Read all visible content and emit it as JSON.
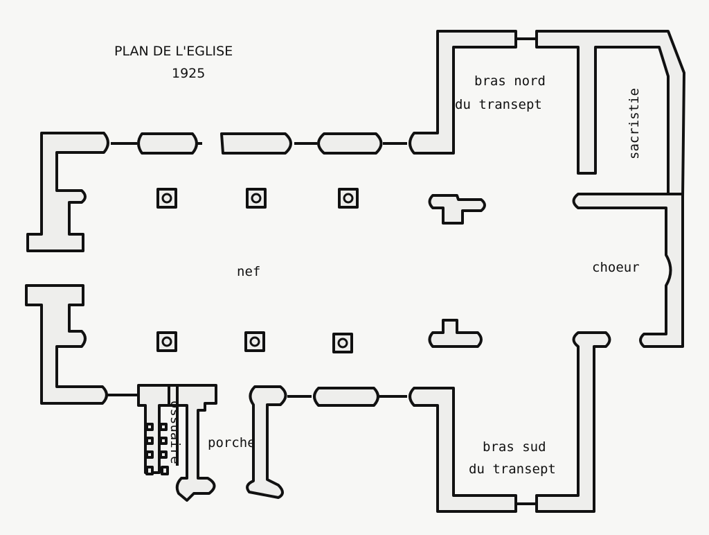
{
  "title": "PLAN DE L'EGLISE",
  "year": "1925",
  "labels": {
    "bras_nord_1": "bras nord",
    "bras_nord_2": "du transept",
    "sacristie": "sacristie",
    "nef": "nef",
    "choeur": "choeur",
    "porche": "porche",
    "ossuaire": "ossuaire",
    "bras_sud_1": "bras sud",
    "bras_sud_2": "du transept"
  },
  "colors": {
    "wall_fill": "#eeeeec",
    "wall_stroke": "#111111",
    "background": "#f7f7f5"
  }
}
